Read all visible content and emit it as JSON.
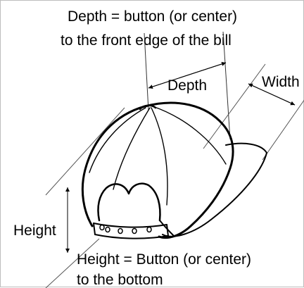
{
  "diagram": {
    "top_caption": {
      "line1": "Depth = button (or center)",
      "line2": "to the front edge of the bill"
    },
    "depth_label": "Depth",
    "width_label": "Width",
    "height_label": "Height",
    "bottom_caption": {
      "line1": "Height = Button (or center)",
      "line2": "to the bottom"
    }
  },
  "colors": {
    "border": "#bdbdbd",
    "ink": "#000000",
    "guide": "#555555"
  }
}
